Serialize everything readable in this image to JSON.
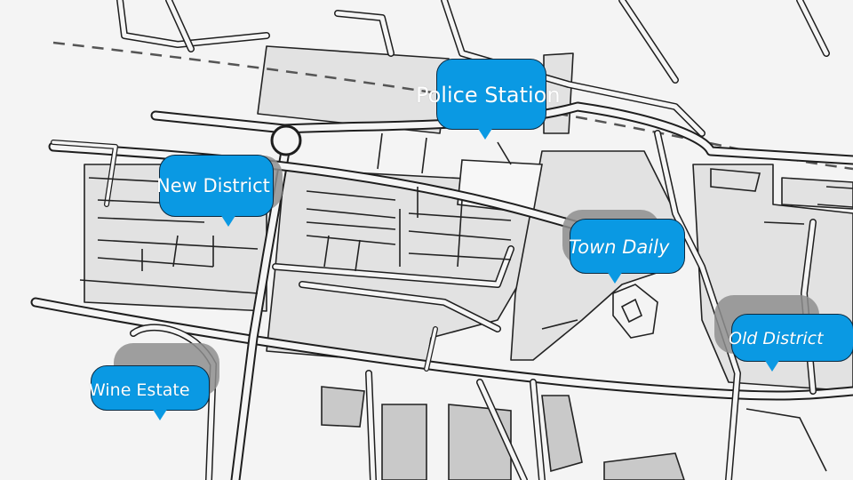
{
  "map": {
    "background_color": "#f4f4f4",
    "marker_color": "#0a99e3",
    "markers": [
      {
        "label": "Police Station",
        "style": "normal"
      },
      {
        "label": "New District",
        "style": "normal"
      },
      {
        "label": "Town Daily",
        "style": "italic"
      },
      {
        "label": "Old District",
        "style": "italic"
      },
      {
        "label": "Wine Estate",
        "style": "normal"
      }
    ]
  }
}
